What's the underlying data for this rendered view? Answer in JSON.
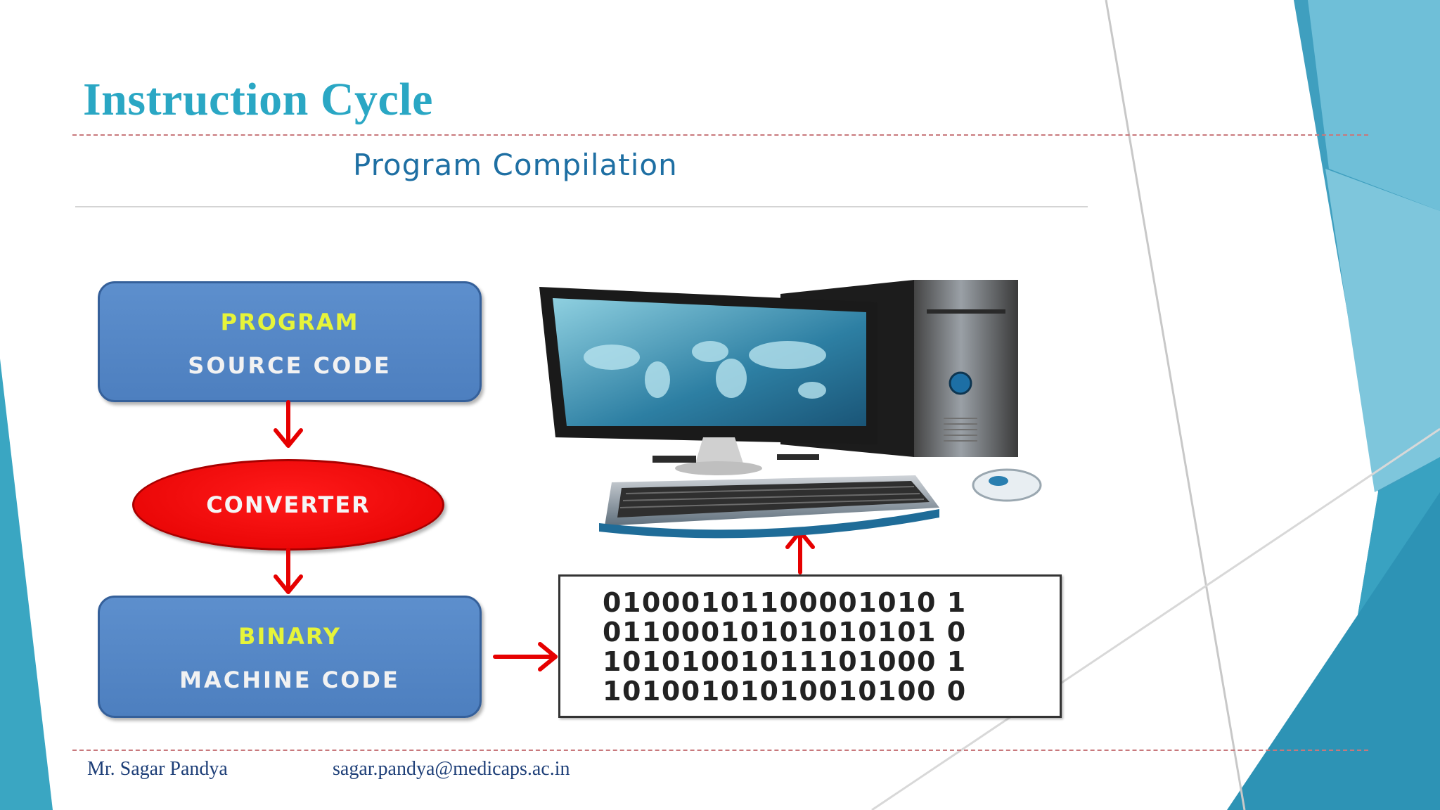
{
  "slide": {
    "title": "Instruction Cycle",
    "subtitle": "Program Compilation"
  },
  "diagram": {
    "source_box": {
      "head": "PROGRAM",
      "sub": "SOURCE CODE"
    },
    "converter": "CONVERTER",
    "binary_box": {
      "head": "BINARY",
      "sub": "MACHINE CODE"
    },
    "binary_lines": [
      "01000101100001010 1",
      "01100010101010101 0",
      "10101001011101000 1",
      "10100101010010100 0"
    ]
  },
  "footer": {
    "name": "Mr. Sagar Pandya",
    "email": "sagar.pandya@medicaps.ac.in"
  },
  "colors": {
    "accent": "#2aa7c4",
    "box_blue": "#4d7fbf",
    "converter_red": "#e30000",
    "arrow_red": "#e60000"
  }
}
